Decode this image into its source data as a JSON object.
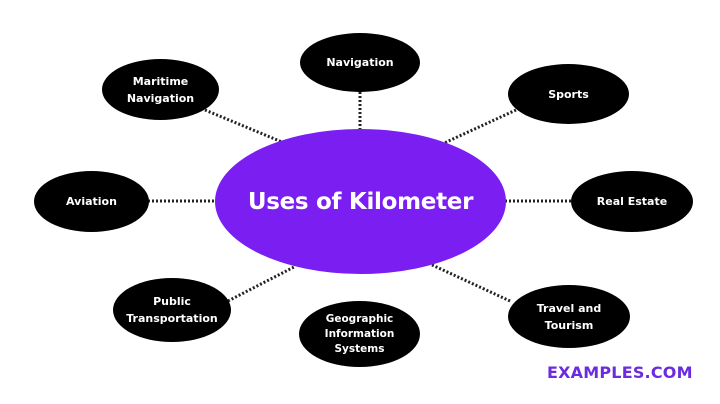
{
  "diagram": {
    "type": "mind-map",
    "center": {
      "label": "Uses of Kilometer",
      "color": "#7a1ef2"
    },
    "nodes": [
      {
        "id": "navigation",
        "label_lines": [
          "Navigation"
        ]
      },
      {
        "id": "maritime-navigation",
        "label_lines": [
          "Maritime",
          "Navigation"
        ]
      },
      {
        "id": "sports",
        "label_lines": [
          "Sports"
        ]
      },
      {
        "id": "aviation",
        "label_lines": [
          "Aviation"
        ]
      },
      {
        "id": "real-estate",
        "label_lines": [
          "Real Estate"
        ]
      },
      {
        "id": "public-transportation",
        "label_lines": [
          "Public",
          "Transportation"
        ]
      },
      {
        "id": "geographic-information-systems",
        "label_lines": [
          "Geographic",
          "Information",
          "Systems"
        ]
      },
      {
        "id": "travel-and-tourism",
        "label_lines": [
          "Travel and",
          "Tourism"
        ]
      }
    ],
    "node_color": "#000000",
    "connector_style": "dotted"
  },
  "brand": {
    "label": "EXAMPLES.COM",
    "color": "#6b2be0"
  }
}
